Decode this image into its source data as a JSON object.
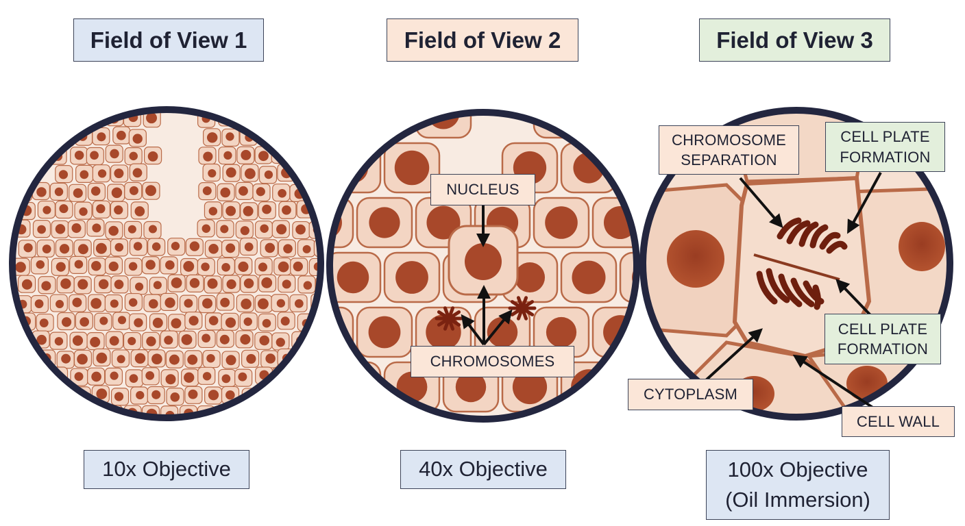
{
  "fields": [
    {
      "title": "Field of View 1",
      "objective": "10x Objective",
      "title_color": "#dde6f3",
      "objective_color": "#dde6f3",
      "labels": []
    },
    {
      "title": "Field of View 2",
      "objective": "40x Objective",
      "title_color": "#fbe6d8",
      "objective_color": "#dde6f3",
      "labels": [
        "NUCLEUS",
        "CHROMOSOMES"
      ]
    },
    {
      "title": "Field of View 3",
      "objective_line1": "100x Objective",
      "objective_line2": "(Oil Immersion)",
      "title_color": "#e3efdc",
      "objective_color": "#dde6f3",
      "labels": {
        "chromosome_separation_line1": "CHROMOSOME",
        "chromosome_separation_line2": "SEPARATION",
        "cell_plate_top_line1": "CELL PLATE",
        "cell_plate_top_line2": "FORMATION",
        "cell_plate_bottom_line1": "CELL PLATE",
        "cell_plate_bottom_line2": "FORMATION",
        "cytoplasm": "CYTOPLASM",
        "cell_wall": "CELL WALL"
      }
    }
  ],
  "colors": {
    "ring": "#23263f",
    "cell_fill": "#f3d5c3",
    "cell_wall": "#b96a48",
    "nucleus": "#a8482a",
    "chromosome": "#7a2210",
    "background_tissue": "#f8ebe2",
    "arrow": "#111111"
  }
}
